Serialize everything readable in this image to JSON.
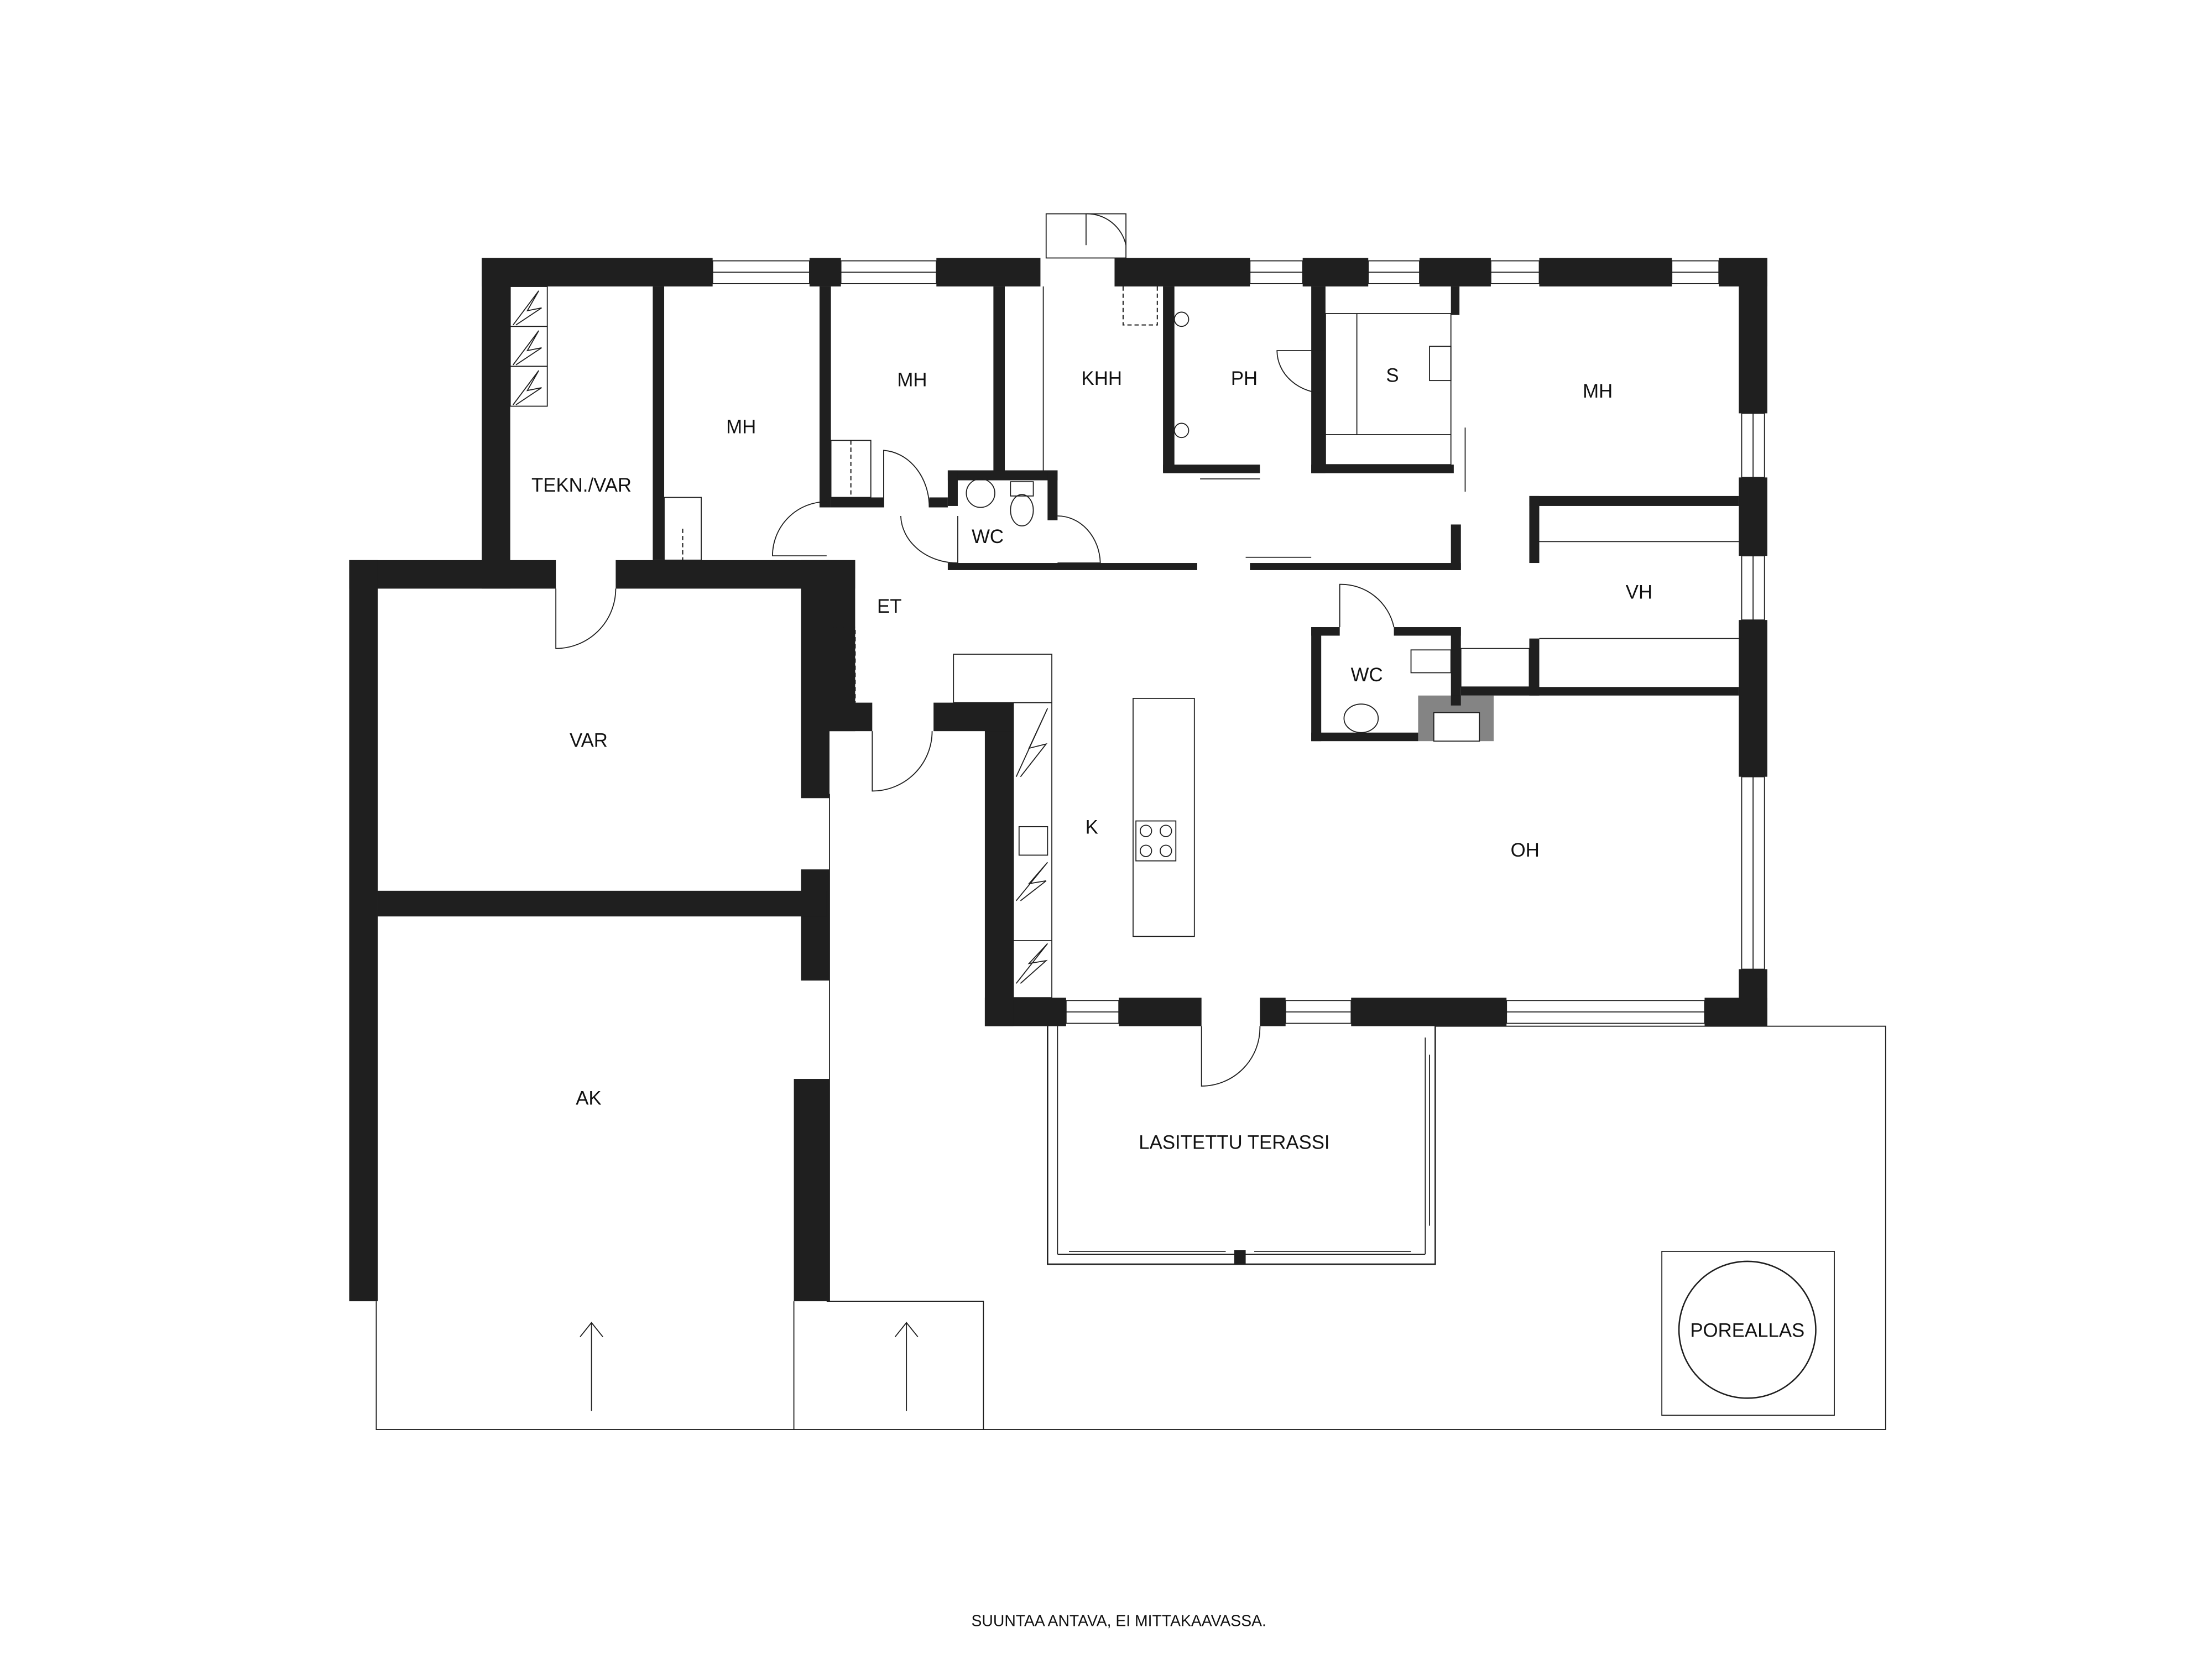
{
  "plan": {
    "rooms": {
      "tekn_var": "TEKN./VAR",
      "mh1": "MH",
      "mh2": "MH",
      "khh": "KHH",
      "ph": "PH",
      "s": "S",
      "mh3": "MH",
      "wc1": "WC",
      "et": "ET",
      "vh": "VH",
      "wc2": "WC",
      "var": "VAR",
      "k": "K",
      "oh": "OH",
      "ak": "AK",
      "terrace": "LASITETTU TERASSI",
      "hot_tub": "POREALLAS"
    },
    "footnote": "SUUNTAA ANTAVA, EI MITTAKAAVASSA.",
    "colors": {
      "wall": "#1f1f1f",
      "background": "#ffffff"
    }
  }
}
